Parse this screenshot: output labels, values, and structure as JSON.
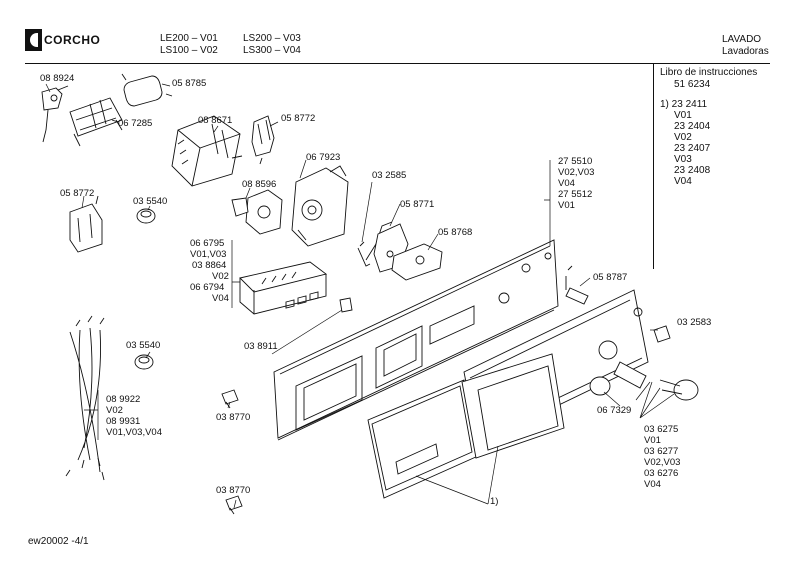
{
  "header": {
    "brand": "CORCHO",
    "models": [
      "LE200 – V01",
      "LS200 – V03",
      "LS100 – V02",
      "LS300 – V04"
    ],
    "category_1": "LAVADO",
    "category_2": "Lavadoras"
  },
  "manual": {
    "title": "Libro de instrucciones",
    "number": "51 6234",
    "variants": [
      "1) 23 2411",
      "V01",
      "23 2404",
      "V02",
      "23 2407",
      "V03",
      "23 2408",
      "V04"
    ]
  },
  "labels": {
    "p088924": "08 8924",
    "p058785": "05 8785",
    "p067285": "06 7285",
    "p088671": "08 8671",
    "p058772a": "05 8772",
    "p067923": "06 7923",
    "p088596": "08 8596",
    "p032585": "03 2585",
    "p058772b": "05 8772",
    "p035540a": "03 5540",
    "p058771": "05 8771",
    "p058768": "05 8768",
    "p035540b": "03 5540",
    "p038911": "03 8911",
    "p058787": "05 8787",
    "p032583": "03 2583",
    "p067329": "06 7329",
    "p038770a": "03 8770",
    "p038770b": "03 8770",
    "ref1": "1)"
  },
  "groups": {
    "g275510": [
      "27 5510",
      "V02,V03",
      "V04",
      "27 5512",
      "V01"
    ],
    "g066795": [
      "06 6795",
      "V01,V03",
      "03 8864",
      "V02",
      "06 6794",
      "V04"
    ],
    "g089922": [
      "08 9922",
      "V02",
      "08 9931",
      "V01,V03,V04"
    ],
    "g036275": [
      "03 6275",
      "V01",
      "03 6277",
      "V02,V03",
      "03 6276",
      "V04"
    ]
  },
  "footer": {
    "code": "ew20002 -4/1"
  }
}
